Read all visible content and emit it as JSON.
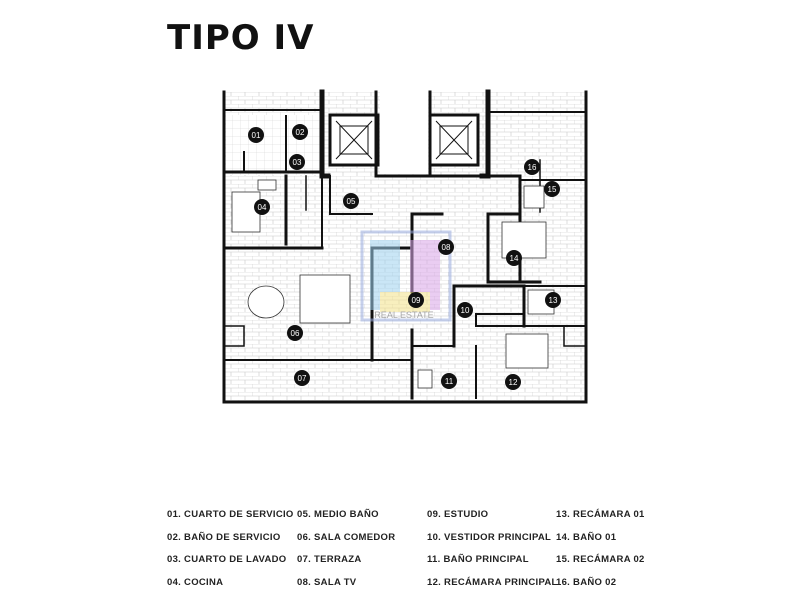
{
  "title": "TIPO IV",
  "watermark": {
    "text": "REAL ESTATE",
    "logo_icon": "pj-logo-icon"
  },
  "markers": [
    "01",
    "02",
    "03",
    "04",
    "05",
    "06",
    "07",
    "08",
    "09",
    "10",
    "11",
    "12",
    "13",
    "14",
    "15",
    "16"
  ],
  "legend": [
    [
      "01. CUARTO DE SERVICIO",
      "02. BAÑO DE SERVICIO",
      "03. CUARTO DE LAVADO",
      "04. COCINA"
    ],
    [
      "05. MEDIO BAÑO",
      "06. SALA COMEDOR",
      "07. TERRAZA",
      "08. SALA TV"
    ],
    [
      "09. ESTUDIO",
      "10. VESTIDOR PRINCIPAL",
      "11. BAÑO PRINCIPAL",
      "12. RECÁMARA PRINCIPAL"
    ],
    [
      "13. RECÁMARA 01",
      "14. BAÑO 01",
      "15. RECÁMARA 02",
      "16. BAÑO 02"
    ]
  ],
  "colors": {
    "wall": "#111111",
    "marker": "#111111",
    "marker_text": "#ffffff",
    "floor_line": "#bdbdbd"
  }
}
